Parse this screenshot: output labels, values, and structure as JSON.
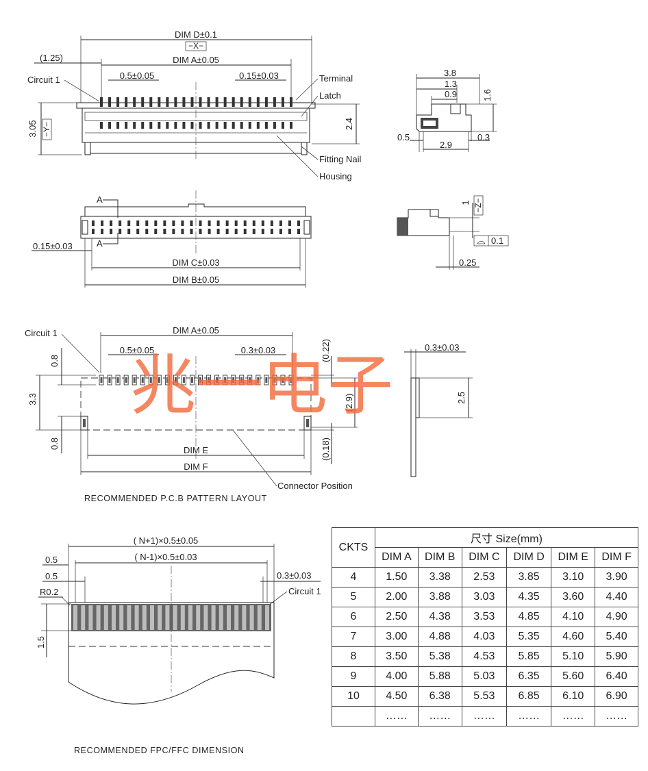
{
  "watermark": "兆一电子",
  "view_top": {
    "dim_d": "DIM D±0.1",
    "datum_x": "−X−",
    "offset_125": "(1.25)",
    "dim_a": "DIM A±0.05",
    "circuit1": "Circuit 1",
    "pitch": "0.5±0.05",
    "pin_width": "0.15±0.03",
    "terminal": "Terminal",
    "latch": "Latch",
    "h305": "3.05",
    "datum_y": "−Y−",
    "h24": "2.4",
    "fitting_nail": "Fitting Nail",
    "housing": "Housing"
  },
  "view_side": {
    "d38": "3.8",
    "d13": "1.3",
    "d09": "0.9",
    "d16": "1.6",
    "d05": "0.5",
    "d29": "2.9",
    "d03": "0.3"
  },
  "view_bottom": {
    "section_a": "A",
    "pin_width": "0.15±0.03",
    "dim_c": "DIM C±0.03",
    "dim_b": "DIM B±0.05"
  },
  "view_side2": {
    "d1": "1",
    "datum_z": "−Z−",
    "flatness": "0.1",
    "d025": "0.25"
  },
  "pcb_layout": {
    "circuit1": "Circuit 1",
    "dim_a": "DIM A±0.05",
    "pitch": "0.5±0.05",
    "pad_width": "0.3±0.03",
    "d08_top": "0.8",
    "d33": "3.3",
    "d08_bottom": "0.8",
    "d022": "(0.22)",
    "d29": "(2.9)",
    "d018": "(0.18)",
    "dim_e": "DIM E",
    "dim_f": "DIM F",
    "connector_position": "Connector Position",
    "caption": "RECOMMENDED  P.C.B  PATTERN  LAYOUT",
    "right_width": "0.3±0.03",
    "right_height": "2.5"
  },
  "fpc": {
    "total": "( N+1)×0.5±0.05",
    "span": "( N-1)×0.5±0.03",
    "d05_a": "0.5",
    "d05_b": "0.5",
    "r02": "R0.2",
    "d15": "1.5",
    "trace_width": "0.3±0.03",
    "circuit1": "Circuit 1",
    "caption": "RECOMMENDED  FPC/FFC DIMENSION"
  },
  "table": {
    "ckts_header": "CKTS",
    "size_header": "尺寸 Size(mm)",
    "columns": [
      "DIM A",
      "DIM B",
      "DIM C",
      "DIM D",
      "DIM E",
      "DIM F"
    ],
    "rows": [
      [
        "4",
        "1.50",
        "3.38",
        "2.53",
        "3.85",
        "3.10",
        "3.90"
      ],
      [
        "5",
        "2.00",
        "3.88",
        "3.03",
        "4.35",
        "3.60",
        "4.40"
      ],
      [
        "6",
        "2.50",
        "4.38",
        "3.53",
        "4.85",
        "4.10",
        "4.90"
      ],
      [
        "7",
        "3.00",
        "4.88",
        "4.03",
        "5.35",
        "4.60",
        "5.40"
      ],
      [
        "8",
        "3.50",
        "5.38",
        "4.53",
        "5.85",
        "5.10",
        "5.90"
      ],
      [
        "9",
        "4.00",
        "5.88",
        "5.03",
        "6.35",
        "5.60",
        "6.40"
      ],
      [
        "10",
        "4.50",
        "6.38",
        "5.53",
        "6.85",
        "6.10",
        "6.90"
      ],
      [
        "",
        "……",
        "……",
        "……",
        "……",
        "……",
        "……"
      ]
    ]
  }
}
